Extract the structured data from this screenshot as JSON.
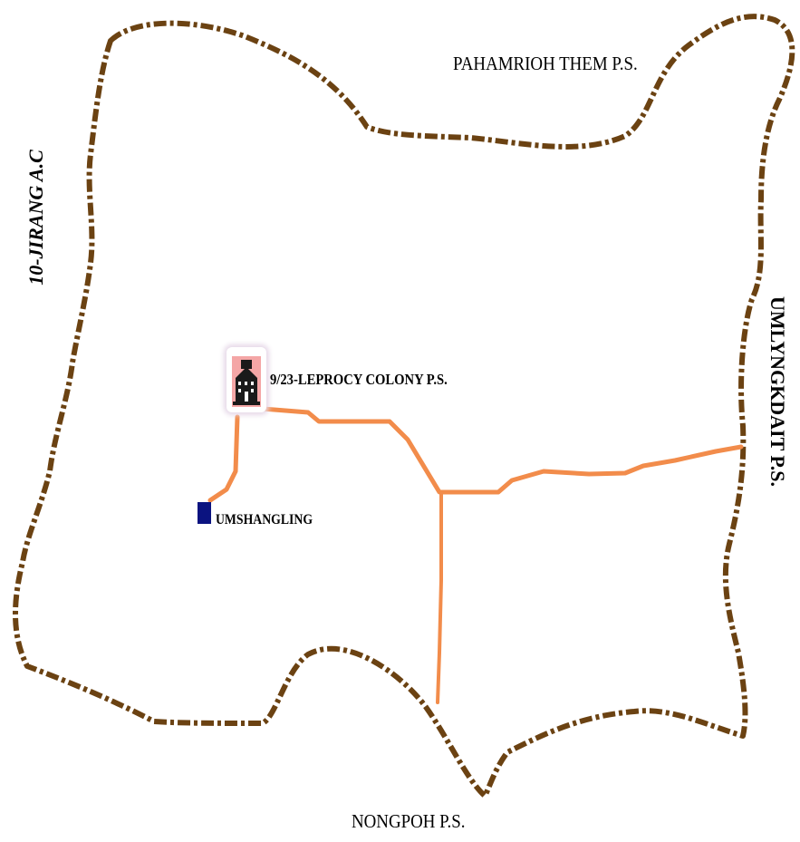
{
  "map": {
    "colors": {
      "boundary": "#6b4212",
      "road": "#f28c4b",
      "village_marker": "#0b1380",
      "building_bg": "#f4a6a6",
      "building": "#1a1a1a"
    },
    "labels": {
      "north": "PAHAMRIOH THEM P.S.",
      "south": "NONGPOH P.S.",
      "west": "10-JIRANG A.C",
      "east": "UMLYNGKDAIT P.S."
    },
    "polling_station": {
      "label": "9/23-LEPROCY COLONY P.S.",
      "icon": "school-building-icon"
    },
    "village": {
      "label": "UMSHANGLING",
      "icon": "square-marker"
    }
  }
}
